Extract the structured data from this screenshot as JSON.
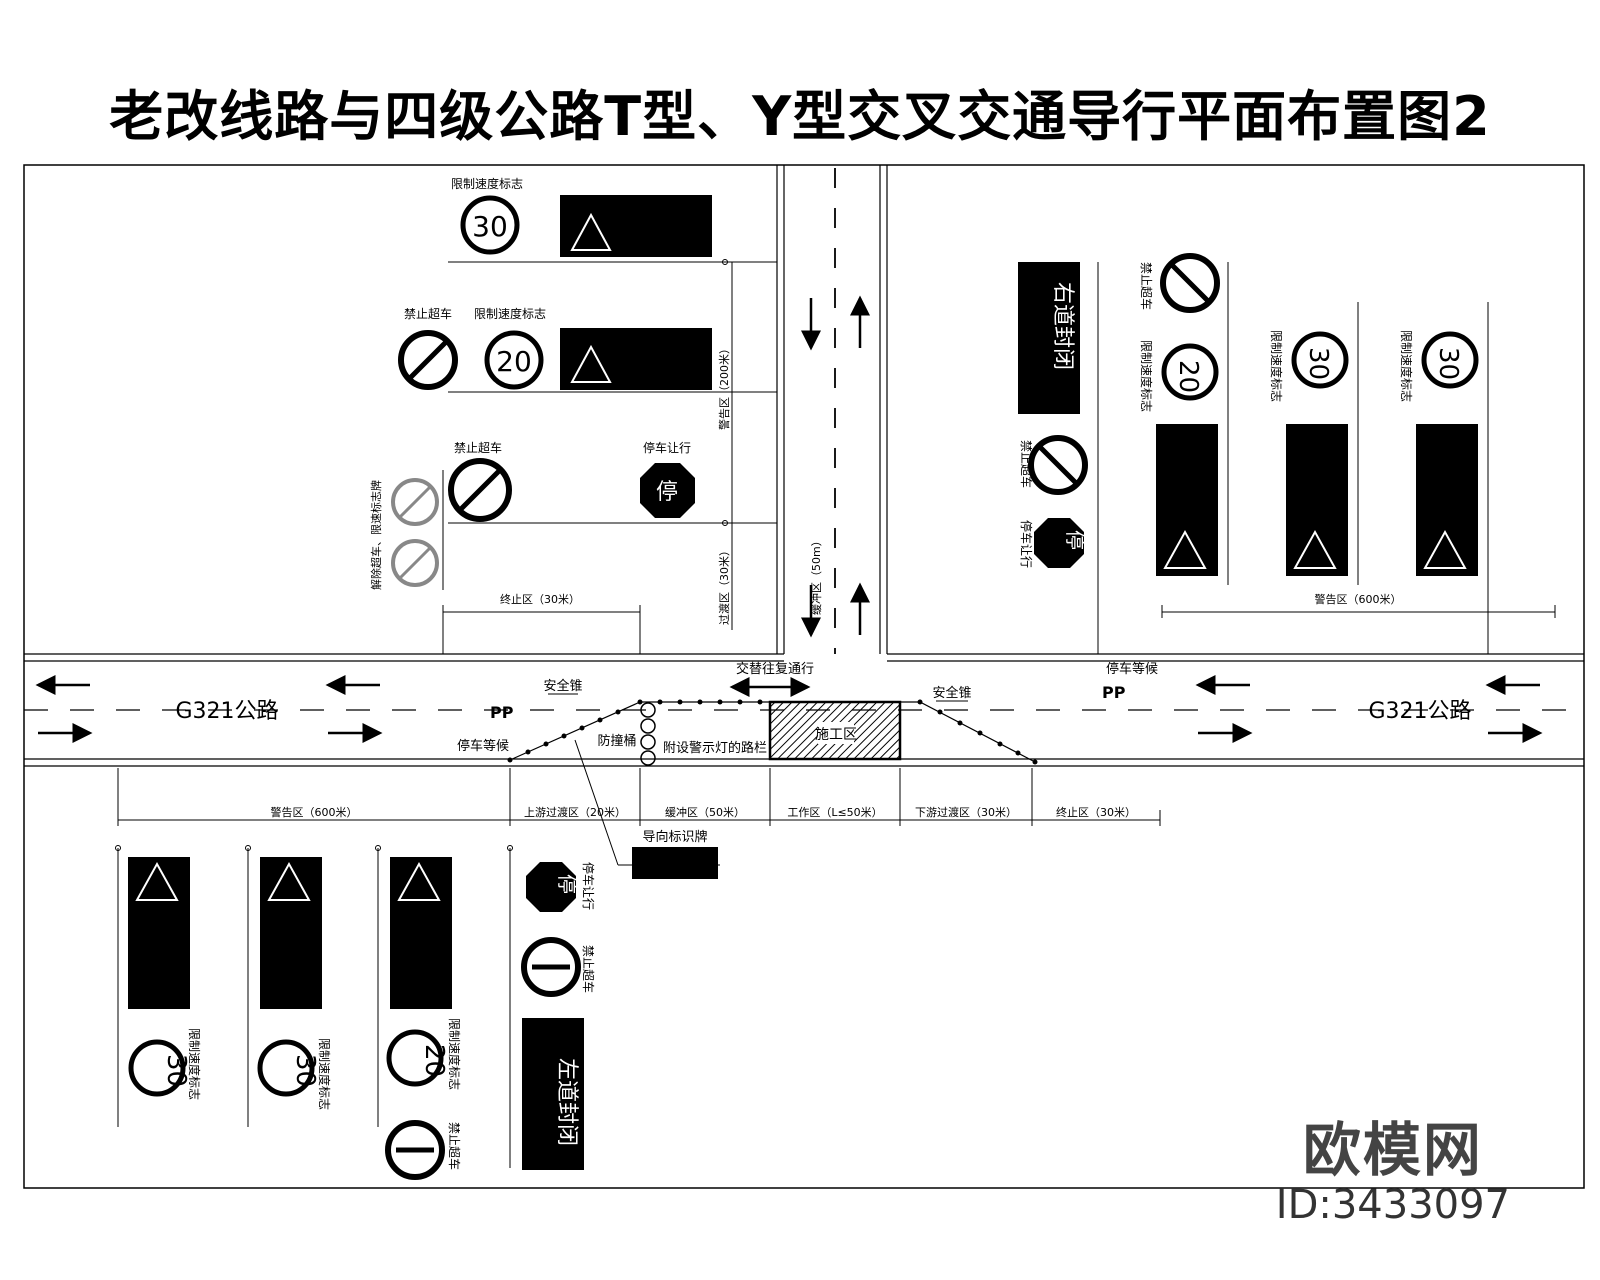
{
  "title": "老改线路与四级公路T型、Y型交叉交通导行平面布置图2",
  "road": {
    "name": "G321公路"
  },
  "labels": {
    "speed_limit_sign": "限制速度标志",
    "no_overtaking": "禁止超车",
    "stop_yield": "停车让行",
    "stop_wait": "停车等候",
    "safety_cone": "安全锥",
    "crash_barrel": "防撞桶",
    "warning_light_barrier": "附设警示灯的路栏",
    "alternating_traffic": "交替往复通行",
    "direction_sign": "导向标识牌",
    "lifted_signs": "解除超车、限速标志牌",
    "right_lane_closed": "右道封闭",
    "left_lane_closed": "左道封闭",
    "work_area": "施工区",
    "stop_glyph": "停"
  },
  "speed_values": {
    "s30": "30",
    "s20": "20"
  },
  "zones": {
    "warning": "警告区（600米）",
    "upstream_transition": "上游过渡区（20米）",
    "buffer": "缓冲区（50米）",
    "work": "工作区（L≤50米）",
    "downstream_transition": "下游过渡区（30米）",
    "termination": "终止区（30米）",
    "upper_termination": "终止区（30米）",
    "right_warning": "警告区（600米）",
    "vertical_warning": "警告区（200米）",
    "vertical_transition": "过渡区（30米）",
    "vertical_buffer": "缓冲区（50m）"
  },
  "watermark": {
    "logo": "欧模网",
    "id": "ID:3433097"
  }
}
